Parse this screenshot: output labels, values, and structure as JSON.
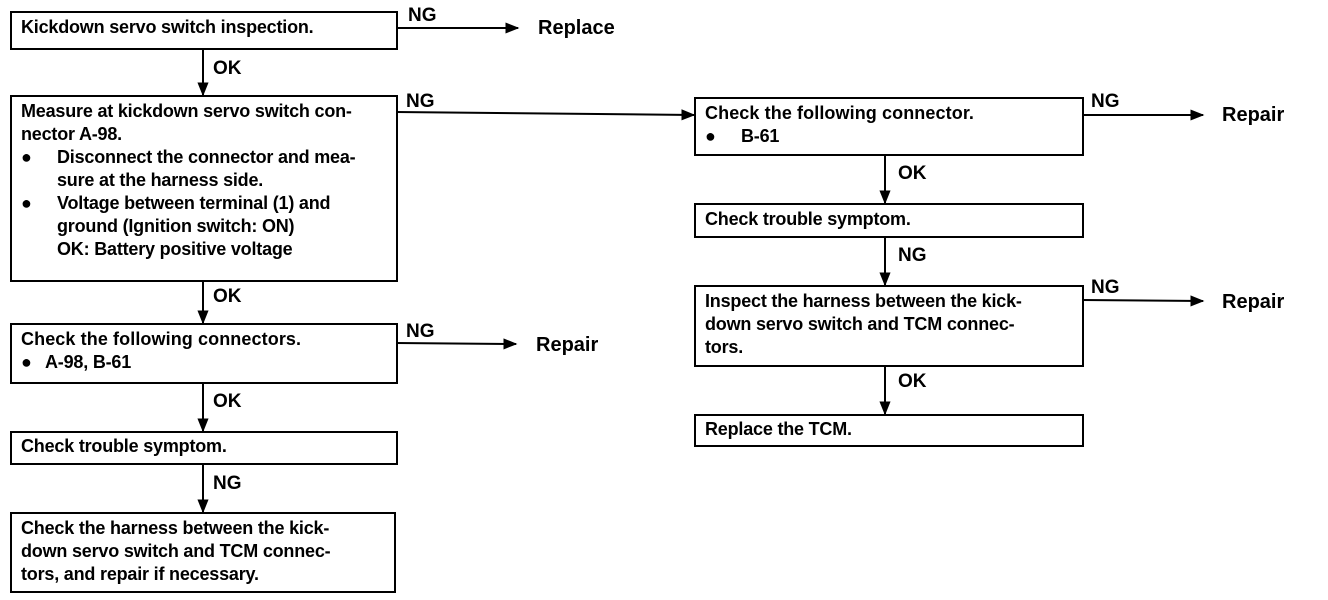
{
  "labels": {
    "ok": "OK",
    "ng": "NG"
  },
  "outcomes": {
    "replace": "Replace",
    "repair": "Repair"
  },
  "boxes": {
    "kickdown_inspection": {
      "text": "Kickdown servo switch inspection."
    },
    "measure_connector": {
      "line1": "Measure at kickdown servo switch con-",
      "line2": "nector A-98.",
      "bullet1_line1": "Disconnect the connector and mea-",
      "bullet1_line2": "sure at the harness side.",
      "bullet2_line1": "Voltage between terminal (1) and",
      "bullet2_line2": "ground (Ignition switch: ON)",
      "ok_key": "OK:",
      "ok_value": "Battery positive voltage"
    },
    "check_connectors": {
      "title": "Check the following connectors.",
      "item": "A-98, B-61"
    },
    "check_symptom_left": {
      "text": "Check trouble symptom."
    },
    "check_harness_left": {
      "line1": "Check the harness between the kick-",
      "line2": "down servo switch and TCM connec-",
      "line3": "tors, and repair if necessary."
    },
    "check_connector_right": {
      "title": "Check the following connector.",
      "item": "B-61"
    },
    "check_symptom_right": {
      "text": "Check trouble symptom."
    },
    "inspect_harness_right": {
      "line1": "Inspect the harness between the kick-",
      "line2": "down servo switch and TCM connec-",
      "line3": "tors."
    },
    "replace_tcm": {
      "text": "Replace the TCM."
    }
  },
  "bullet_glyph": "●"
}
